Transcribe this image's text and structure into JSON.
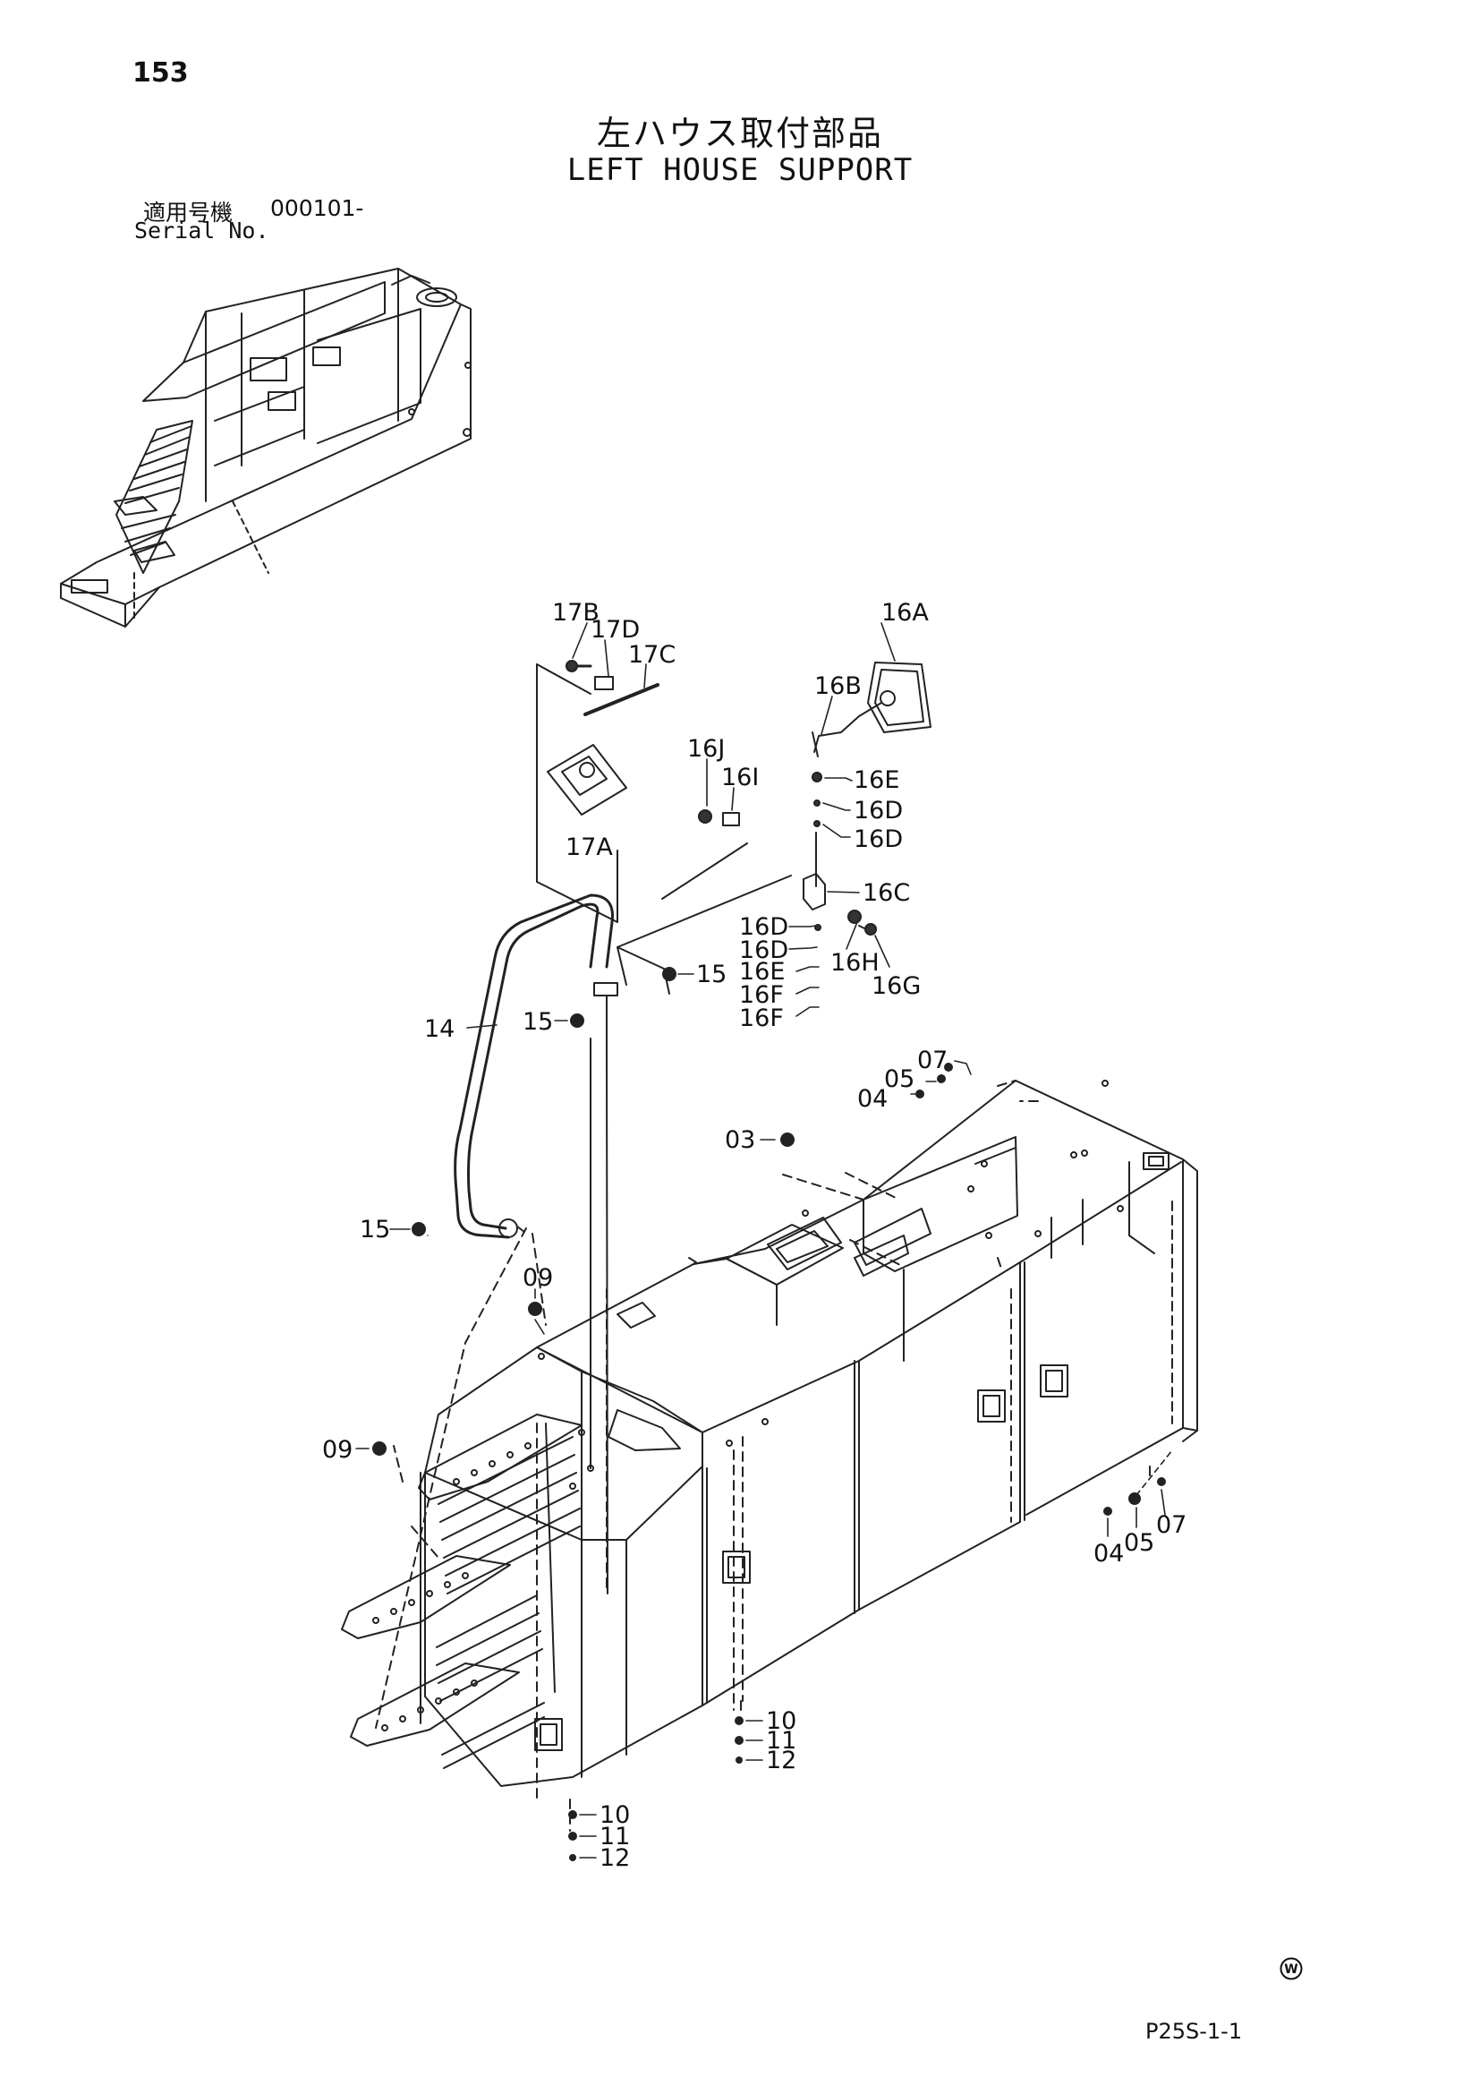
{
  "header": {
    "page_number": "153",
    "title_jp": "左ハウス取付部品",
    "title_en": "LEFT HOUSE SUPPORT",
    "serial_label_jp": "適用号機",
    "serial_value": "000101-",
    "serial_label_en": "Serial No."
  },
  "footer": {
    "code": "P25S-1-1",
    "mark": "W"
  },
  "callouts": {
    "c17B": "17B",
    "c17D": "17D",
    "c17C": "17C",
    "c17A": "17A",
    "c16A": "16A",
    "c16B": "16B",
    "c16J": "16J",
    "c16I": "16I",
    "c16E_a": "16E",
    "c16D_a": "16D",
    "c16D_b": "16D",
    "c16C": "16C",
    "c16D_c": "16D",
    "c16D_d": "16D",
    "c16E_b": "16E",
    "c16F_a": "16F",
    "c16F_b": "16F",
    "c16H": "16H",
    "c16G": "16G",
    "c15_a": "15",
    "c15_b": "15",
    "c15_c": "15",
    "c14": "14",
    "c07_a": "07",
    "c05_a": "05",
    "c04_a": "04",
    "c03": "03",
    "c09_a": "09",
    "c09_b": "09",
    "c04_b": "04",
    "c05_b": "05",
    "c07_b": "07",
    "c10_a": "10",
    "c11_a": "11",
    "c12_a": "12",
    "c10_b": "10",
    "c11_b": "11",
    "c12_b": "12"
  }
}
